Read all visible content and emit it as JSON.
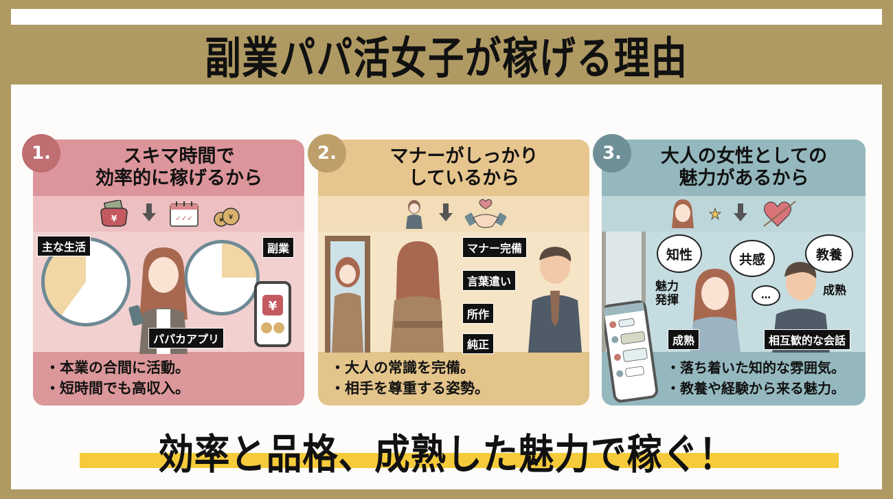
{
  "header": {
    "title": "副業パパ活女子が稼げる理由"
  },
  "cards": [
    {
      "number": "1.",
      "title_line1": "スキマ時間で",
      "title_line2": "効率的に稼げるから",
      "icons": [
        "purse-yen-icon",
        "arrow-down-icon",
        "calendar-icon",
        "money-bags-icon"
      ],
      "labels": {
        "main_life": "主な生活",
        "side_job": "副業",
        "app": "パパカアプリ"
      },
      "bullets": [
        "・本業の合間に活動。",
        "・短時間でも高収入。"
      ],
      "colors": {
        "header": "#DC959A",
        "body": "#F2D0D0",
        "footer": "#DB9799",
        "badge": "#BF6E72"
      }
    },
    {
      "number": "2.",
      "title_line1": "マナーがしっかり",
      "title_line2": "しているから",
      "icons": [
        "bowing-woman-icon",
        "arrow-down-icon",
        "handshake-heart-icon"
      ],
      "labels": {
        "manners": "マナー完備",
        "wording": "言葉遣い",
        "conduct": "所作",
        "pure": "純正"
      },
      "bullets": [
        "・大人の常識を完備。",
        "・相手を尊重する姿勢。"
      ],
      "colors": {
        "header": "#E6C58E",
        "body": "#F6E4C7",
        "footer": "#E3C48B",
        "badge": "#BE9E6A"
      }
    },
    {
      "number": "3.",
      "title_line1": "大人の女性としての",
      "title_line2": "魅力があるから",
      "icons": [
        "smiling-woman-icon",
        "star-icon",
        "arrow-down-icon",
        "heart-arrow-icon"
      ],
      "labels": {
        "intellect": "知性",
        "empathy": "共感",
        "culture": "教養",
        "charm": "魅力\n発揮",
        "mature_right": "成熟",
        "ellipsis": "…",
        "mature_tag": "成熟",
        "conversation": "相互歓的な会話"
      },
      "bullets": [
        "・落ち着いた知的な雰囲気。",
        "・教養や経験から来る魅力。"
      ],
      "colors": {
        "header": "#94B8BE",
        "body": "#C5DCE0",
        "footer": "#94B8BE",
        "badge": "#6E8F96"
      }
    }
  ],
  "tagline": "効率と品格、成熟した魅力で稼ぐ！",
  "colors": {
    "frame": "#B09A63",
    "panel": "#FDFCFA",
    "highlight": "#F6CB3B"
  }
}
